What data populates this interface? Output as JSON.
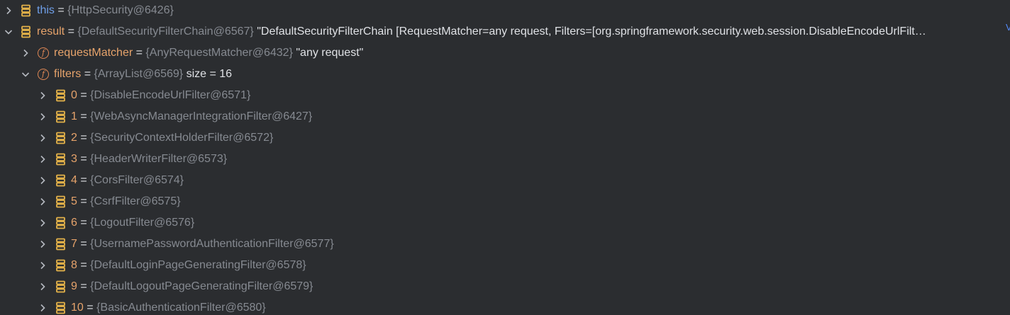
{
  "variables": {
    "this": {
      "name": "this",
      "value": "{HttpSecurity@6426}"
    },
    "result": {
      "name": "result",
      "value": "{DefaultSecurityFilterChain@6567}",
      "string": "\"DefaultSecurityFilterChain [RequestMatcher=any request, Filters=[org.springframework.security.web.session.DisableEncodeUrlFilt…",
      "view_link": "V",
      "children": {
        "requestMatcher": {
          "name": "requestMatcher",
          "value": "{AnyRequestMatcher@6432}",
          "string": "\"any request\""
        },
        "filters": {
          "name": "filters",
          "value": "{ArrayList@6569}",
          "size_text": "size = 16",
          "items": [
            {
              "index": "0",
              "value": "{DisableEncodeUrlFilter@6571}"
            },
            {
              "index": "1",
              "value": "{WebAsyncManagerIntegrationFilter@6427}"
            },
            {
              "index": "2",
              "value": "{SecurityContextHolderFilter@6572}"
            },
            {
              "index": "3",
              "value": "{HeaderWriterFilter@6573}"
            },
            {
              "index": "4",
              "value": "{CorsFilter@6574}"
            },
            {
              "index": "5",
              "value": "{CsrfFilter@6575}"
            },
            {
              "index": "6",
              "value": "{LogoutFilter@6576}"
            },
            {
              "index": "7",
              "value": "{UsernamePasswordAuthenticationFilter@6577}"
            },
            {
              "index": "8",
              "value": "{DefaultLoginPageGeneratingFilter@6578}"
            },
            {
              "index": "9",
              "value": "{DefaultLogoutPageGeneratingFilter@6579}"
            },
            {
              "index": "10",
              "value": "{BasicAuthenticationFilter@6580}"
            }
          ]
        }
      }
    }
  },
  "colors": {
    "background": "#2b2d30",
    "var_icon": "#e4b249",
    "field_icon": "#e08855",
    "name_field": "#e6a36b",
    "name_this": "#6f9fe8",
    "object_ref": "#868a91",
    "text": "#dfe1e5",
    "link": "#548af7"
  },
  "icons": {
    "collapsed": "chevron-right-icon",
    "expanded": "chevron-down-icon",
    "variable": "variable-stack-icon",
    "field": "field-f-icon"
  }
}
